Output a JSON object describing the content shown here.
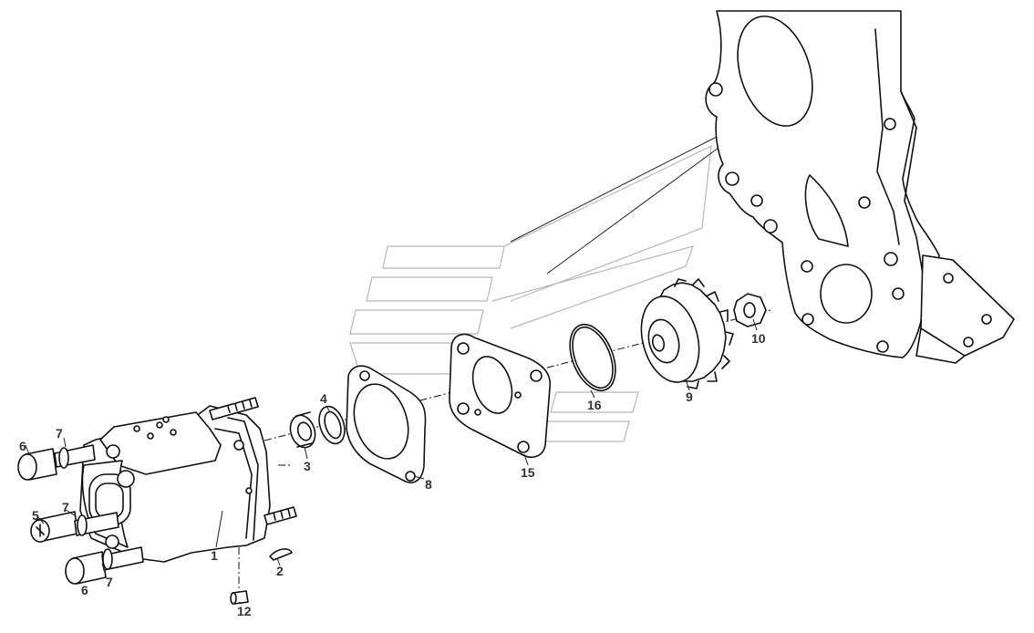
{
  "diagram": {
    "callouts": [
      {
        "id": "1",
        "label": "1"
      },
      {
        "id": "2",
        "label": "2"
      },
      {
        "id": "3",
        "label": "3"
      },
      {
        "id": "4",
        "label": "4"
      },
      {
        "id": "5",
        "label": "5"
      },
      {
        "id": "6a",
        "label": "6"
      },
      {
        "id": "6b",
        "label": "6"
      },
      {
        "id": "7a",
        "label": "7"
      },
      {
        "id": "7b",
        "label": "7"
      },
      {
        "id": "7c",
        "label": "7"
      },
      {
        "id": "8",
        "label": "8"
      },
      {
        "id": "9",
        "label": "9"
      },
      {
        "id": "10",
        "label": "10"
      },
      {
        "id": "12",
        "label": "12"
      },
      {
        "id": "15",
        "label": "15"
      },
      {
        "id": "16",
        "label": "16"
      }
    ]
  }
}
